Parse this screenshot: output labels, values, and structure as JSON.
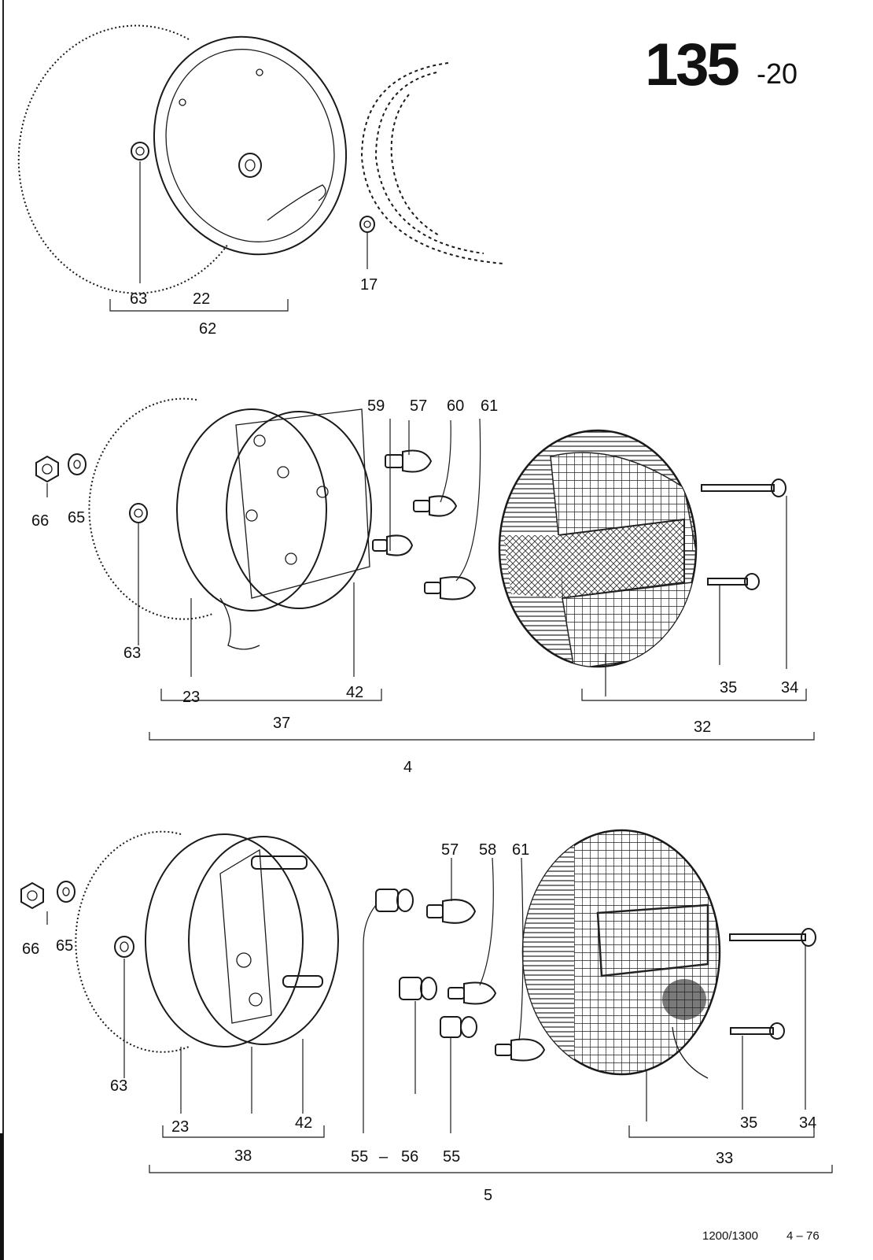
{
  "header": {
    "page_number": "135",
    "page_sub": "-20"
  },
  "footer": {
    "model": "1200/1300",
    "date": "4 – 76"
  },
  "section_top": {
    "labels": {
      "p63": "63",
      "p22": "22",
      "p62": "62",
      "p17": "17"
    }
  },
  "section_middle": {
    "labels": {
      "p66": "66",
      "p65": "65",
      "p63": "63",
      "p23": "23",
      "p42": "42",
      "p37": "37",
      "p59": "59",
      "p57": "57",
      "p60": "60",
      "p61": "61",
      "p35": "35",
      "p34": "34",
      "p32": "32",
      "p4": "4"
    }
  },
  "section_bottom": {
    "labels": {
      "p66": "66",
      "p65": "65",
      "p63": "63",
      "p23": "23",
      "p42": "42",
      "p38": "38",
      "p57": "57",
      "p58": "58",
      "p61": "61",
      "p55a": "55",
      "p56": "56",
      "p55b": "55",
      "p35": "35",
      "p34": "34",
      "p33": "33",
      "p5": "5"
    }
  }
}
